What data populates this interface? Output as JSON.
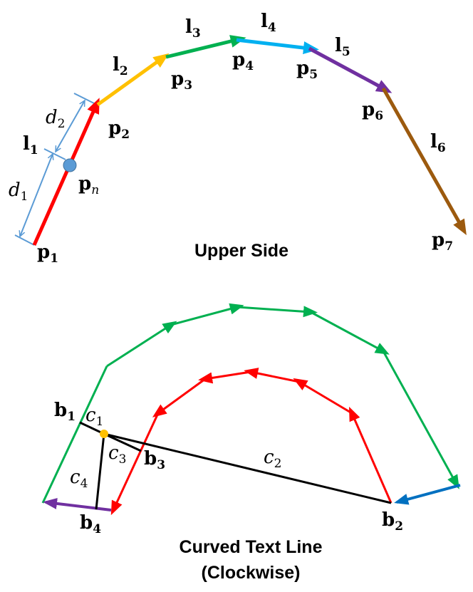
{
  "upper": {
    "caption": "Upper Side",
    "points": [
      {
        "name": "p",
        "sub": "1"
      },
      {
        "name": "p",
        "sub": "2"
      },
      {
        "name": "p",
        "sub": "3"
      },
      {
        "name": "p",
        "sub": "4"
      },
      {
        "name": "p",
        "sub": "5"
      },
      {
        "name": "p",
        "sub": "6"
      },
      {
        "name": "p",
        "sub": "7"
      },
      {
        "name": "p",
        "sub": "n"
      }
    ],
    "segments": [
      {
        "name": "l",
        "sub": "1",
        "color": "#ff0000"
      },
      {
        "name": "l",
        "sub": "2",
        "color": "#ffc000"
      },
      {
        "name": "l",
        "sub": "3",
        "color": "#00b050"
      },
      {
        "name": "l",
        "sub": "4",
        "color": "#00b0f0"
      },
      {
        "name": "l",
        "sub": "5",
        "color": "#7030a0"
      },
      {
        "name": "l",
        "sub": "6",
        "color": "#9c5a0e"
      }
    ],
    "distances": [
      {
        "name": "d",
        "sub": "1"
      },
      {
        "name": "d",
        "sub": "2"
      }
    ],
    "dimension_color": "#5b9bd5",
    "point_marker_color": "#5b9bd5"
  },
  "lower": {
    "caption_line1": "Curved Text Line",
    "caption_line2": "(Clockwise)",
    "corners": [
      {
        "name": "b",
        "sub": "1"
      },
      {
        "name": "b",
        "sub": "2"
      },
      {
        "name": "b",
        "sub": "3"
      },
      {
        "name": "b",
        "sub": "4"
      }
    ],
    "chords": [
      {
        "name": "c",
        "sub": "1"
      },
      {
        "name": "c",
        "sub": "2"
      },
      {
        "name": "c",
        "sub": "3"
      },
      {
        "name": "c",
        "sub": "4"
      }
    ],
    "colors": {
      "outer": "#00b050",
      "inner": "#ff0000",
      "right_side": "#0070c0",
      "left_side": "#7030a0",
      "chord": "#000000",
      "center": "#ffc000"
    }
  }
}
